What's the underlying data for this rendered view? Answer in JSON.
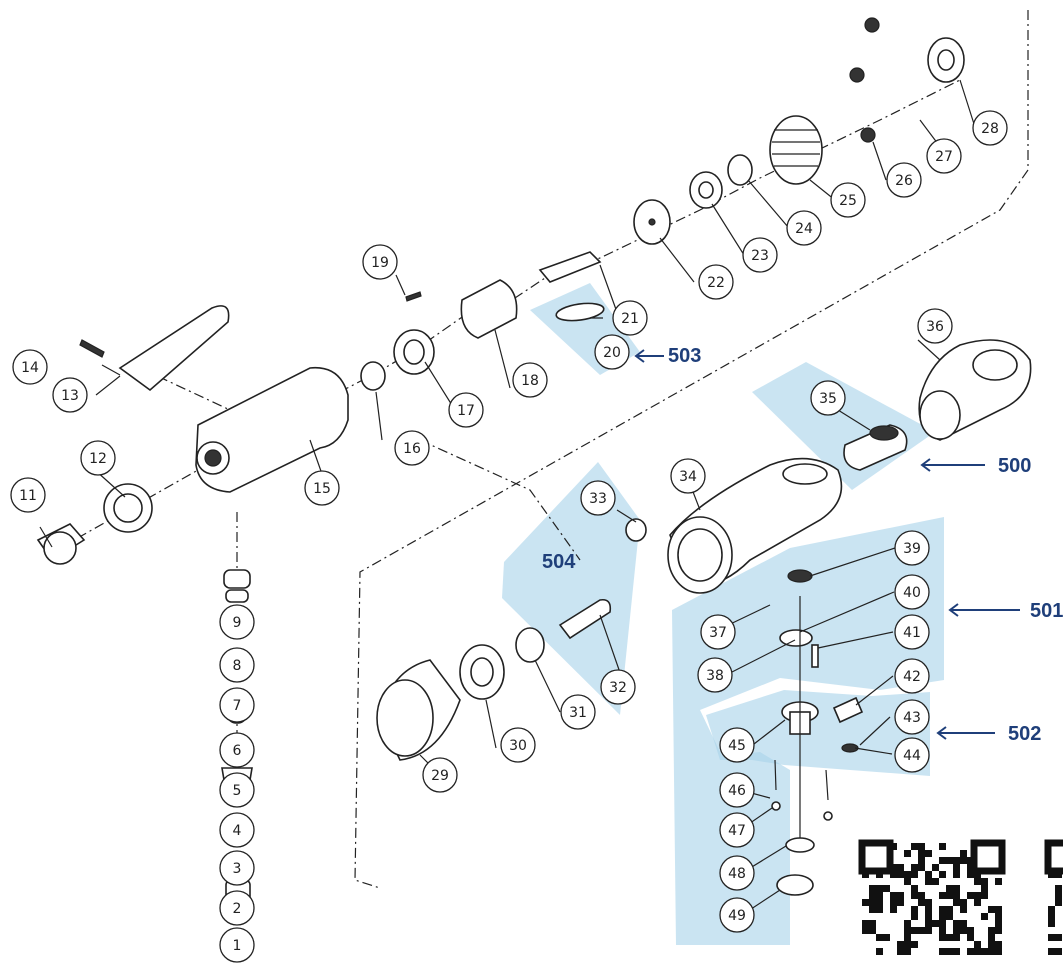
{
  "part_numbers": [
    "1",
    "2",
    "3",
    "4",
    "5",
    "6",
    "7",
    "8",
    "9",
    "11",
    "12",
    "13",
    "14",
    "15",
    "16",
    "17",
    "18",
    "19",
    "20",
    "21",
    "22",
    "23",
    "24",
    "25",
    "26",
    "27",
    "28",
    "29",
    "30",
    "31",
    "32",
    "33",
    "34",
    "35",
    "36",
    "37",
    "38",
    "39",
    "40",
    "41",
    "42",
    "43",
    "44",
    "45",
    "46",
    "47",
    "48",
    "49"
  ],
  "group_labels": {
    "g500": "500",
    "g501": "501",
    "g502": "502",
    "g503": "503",
    "g504": "504"
  },
  "colors": {
    "highlight": "#a9d3ea",
    "label": "#1f3f7a",
    "line": "#222222"
  },
  "icons": [
    "qr-code-icon"
  ]
}
